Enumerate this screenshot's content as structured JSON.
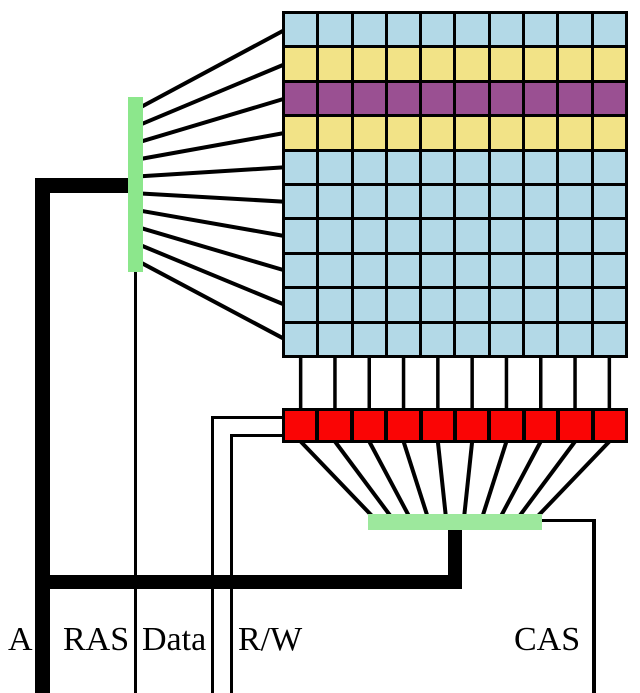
{
  "diagram": {
    "type": "dram-memory-architecture",
    "memory_array": {
      "rows": 10,
      "columns": 10,
      "row_colors": [
        "blue",
        "yellow",
        "purple",
        "yellow",
        "blue",
        "blue",
        "blue",
        "blue",
        "blue",
        "blue"
      ]
    },
    "row_decoder": {
      "outputs": 10
    },
    "column_decoder": {
      "inputs": 10
    },
    "sense_amplifiers": {
      "count": 10
    }
  },
  "labels": {
    "address": "A",
    "ras": "RAS",
    "data": "Data",
    "rw": "R/W",
    "cas": "CAS"
  },
  "colors": {
    "cell_blue": "#B3D9E7",
    "cell_yellow": "#F2E387",
    "cell_purple": "#9A5092",
    "row_decoder_green": "#8CE78C",
    "column_decoder_green": "#9DE89D",
    "sense_amp_red": "#FA0505",
    "line_black": "#000000",
    "background": "#FFFFFF"
  }
}
